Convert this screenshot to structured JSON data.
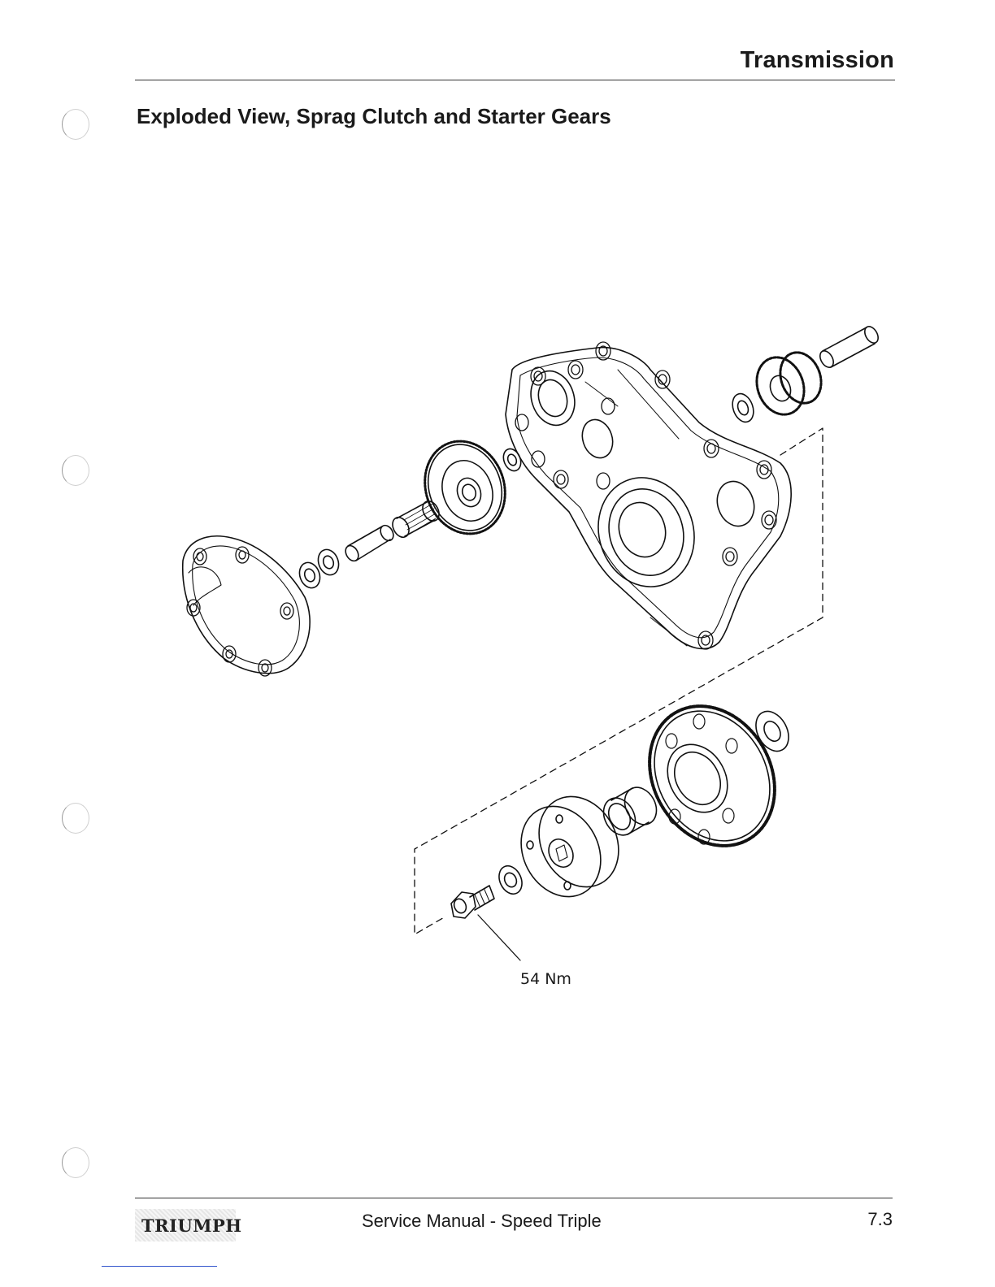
{
  "header": {
    "section": "Transmission"
  },
  "page_title": "Exploded View, Sprag Clutch and Starter Gears",
  "figure": {
    "callouts": [
      {
        "label": "54 Nm"
      }
    ]
  },
  "footer": {
    "brand": "TRIUMPH",
    "manual_title": "Service Manual - Speed Triple",
    "page_number": "7.3"
  }
}
